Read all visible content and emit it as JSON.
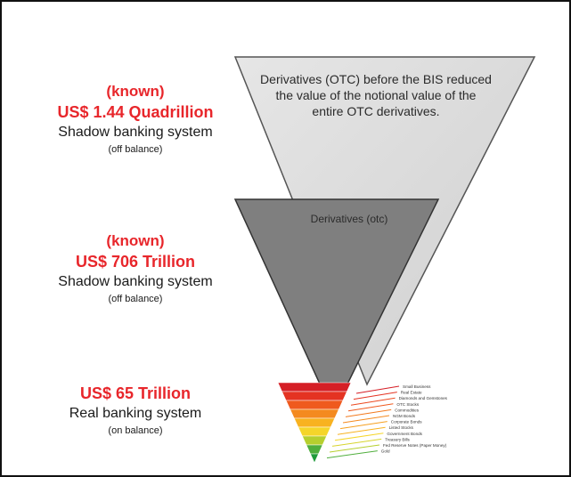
{
  "tiers": [
    {
      "known": "(known)",
      "amount": "US$ 1.44 Quadrillion",
      "system": "Shadow banking system",
      "balance": "(off balance)"
    },
    {
      "known": "(known)",
      "amount": "US$ 706 Trillion",
      "system": "Shadow banking system",
      "balance": "(off balance)"
    },
    {
      "amount": "US$ 65 Trillion",
      "system": "Real banking system",
      "balance": "(on balance)"
    }
  ],
  "big_triangle": {
    "text": "Derivatives (OTC) before the BIS reduced the value of the notional value of the entire OTC derivatives.",
    "color": "#d9d9d9"
  },
  "mid_triangle": {
    "text": "Derivatives (otc)",
    "color": "#7f7f7f"
  },
  "small_pyramid": {
    "band_colors": [
      "#d51f26",
      "#e43322",
      "#ef5a1e",
      "#f48a1f",
      "#f8b220",
      "#f5d52a",
      "#b6cf2e",
      "#4fae3c",
      "#1f9a3a"
    ],
    "legend": [
      "Small Business",
      "Real Estate",
      "Diamonds and Gemstones",
      "OTC Stocks",
      "Commodities",
      "NGM Bonds",
      "Corporate Bonds",
      "Listed Stocks",
      "Government Bonds",
      "Treasury Bills",
      "Fed Reserve Notes (Paper Money)",
      "Gold"
    ],
    "legend_colors": [
      "#d51f26",
      "#e43322",
      "#ec4a20",
      "#ef5a1e",
      "#f27a1f",
      "#f48a1f",
      "#f6a020",
      "#f8b220",
      "#f5d52a",
      "#d7d42c",
      "#b6cf2e",
      "#4fae3c"
    ]
  }
}
